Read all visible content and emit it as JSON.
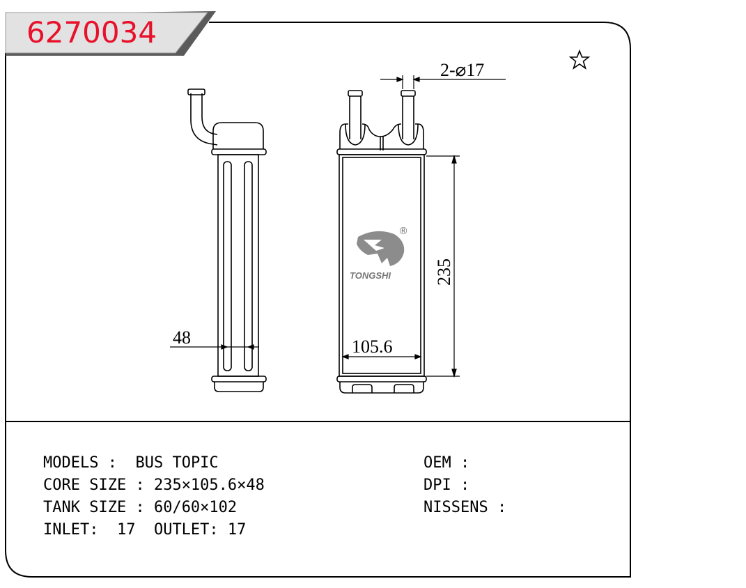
{
  "part_number": "6270034",
  "dimensions": {
    "pipe_spec": "2-⌀17",
    "height": "235",
    "width": "105.6",
    "depth": "48"
  },
  "logo": {
    "brand": "TONGSHI",
    "registered_mark": "®"
  },
  "icons": {
    "favorite": "star-outline-icon"
  },
  "specs": {
    "left": [
      {
        "label": "MODELS : ",
        "value": "BUS TOPIC"
      },
      {
        "label": "CORE SIZE : ",
        "value": "235×105.6×48"
      },
      {
        "label": "TANK SIZE : ",
        "value": "60/60×102"
      },
      {
        "label": "INLET: ",
        "value": "17  OUTLET: 17"
      }
    ],
    "right": [
      {
        "label": "OEM : ",
        "value": ""
      },
      {
        "label": "DPI : ",
        "value": ""
      },
      {
        "label": "NISSENS : ",
        "value": ""
      }
    ]
  },
  "colors": {
    "accent": "#e8102a",
    "line": "#000000",
    "tag_fill": "#d9d9d9"
  }
}
